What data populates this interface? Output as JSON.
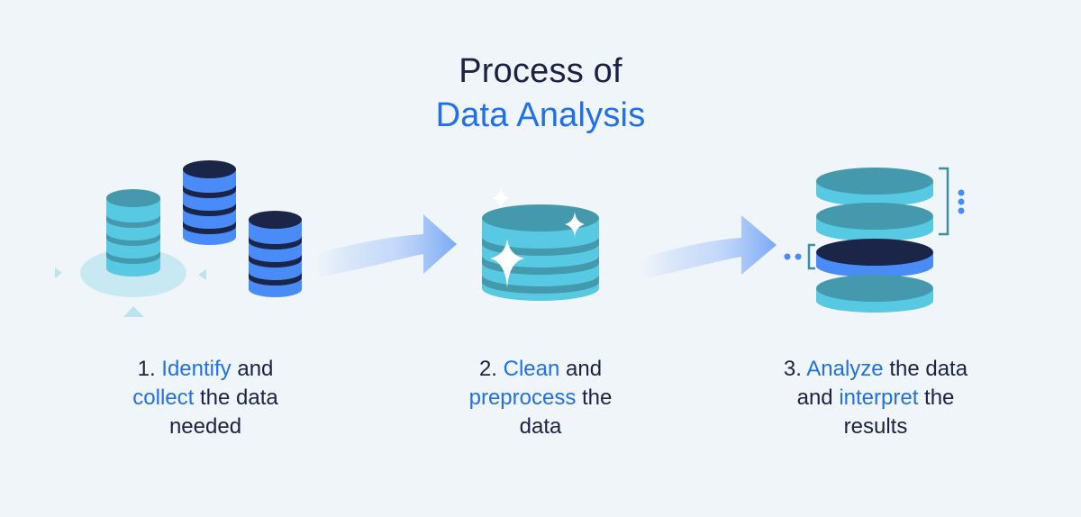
{
  "title": {
    "line1": "Process of",
    "line2": "Data Analysis"
  },
  "colors": {
    "background": "#f0f5f9",
    "text_dark": "#1a2245",
    "accent_blue": "#1f6fee",
    "db_teal_top": "#4499ad",
    "db_teal_side": "#57c9e3",
    "db_blue_side": "#4a8cf7",
    "db_navy": "#1b2548"
  },
  "steps": [
    {
      "number": "1.",
      "parts": [
        {
          "text": "Identify",
          "highlight": true
        },
        {
          "text": " and ",
          "highlight": false
        },
        {
          "text": "collect",
          "highlight": true
        },
        {
          "text": " the data needed",
          "highlight": false
        }
      ],
      "line1": {
        "pre": "1. ",
        "hl": "Identify",
        "post": " and"
      },
      "line2": {
        "pre": "",
        "hl": "collect",
        "post": " the data"
      },
      "line3": {
        "pre": "needed",
        "hl": "",
        "post": ""
      },
      "icon": "database-collection-icon"
    },
    {
      "number": "2.",
      "line1": {
        "pre": "2. ",
        "hl": "Clean",
        "post": " and"
      },
      "line2": {
        "pre": "",
        "hl": "preprocess",
        "post": " the"
      },
      "line3": {
        "pre": "data",
        "hl": "",
        "post": ""
      },
      "icon": "clean-database-sparkle-icon"
    },
    {
      "number": "3.",
      "line1": {
        "pre": "3. ",
        "hl": "Analyze",
        "post": " the data"
      },
      "line2": {
        "pre": "and ",
        "hl": "interpret",
        "post": " the"
      },
      "line3": {
        "pre": "results",
        "hl": "",
        "post": ""
      },
      "icon": "database-layers-analysis-icon"
    }
  ],
  "arrows": [
    {
      "from": 1,
      "to": 2,
      "icon": "arrow-right-icon"
    },
    {
      "from": 2,
      "to": 3,
      "icon": "arrow-right-icon"
    }
  ]
}
